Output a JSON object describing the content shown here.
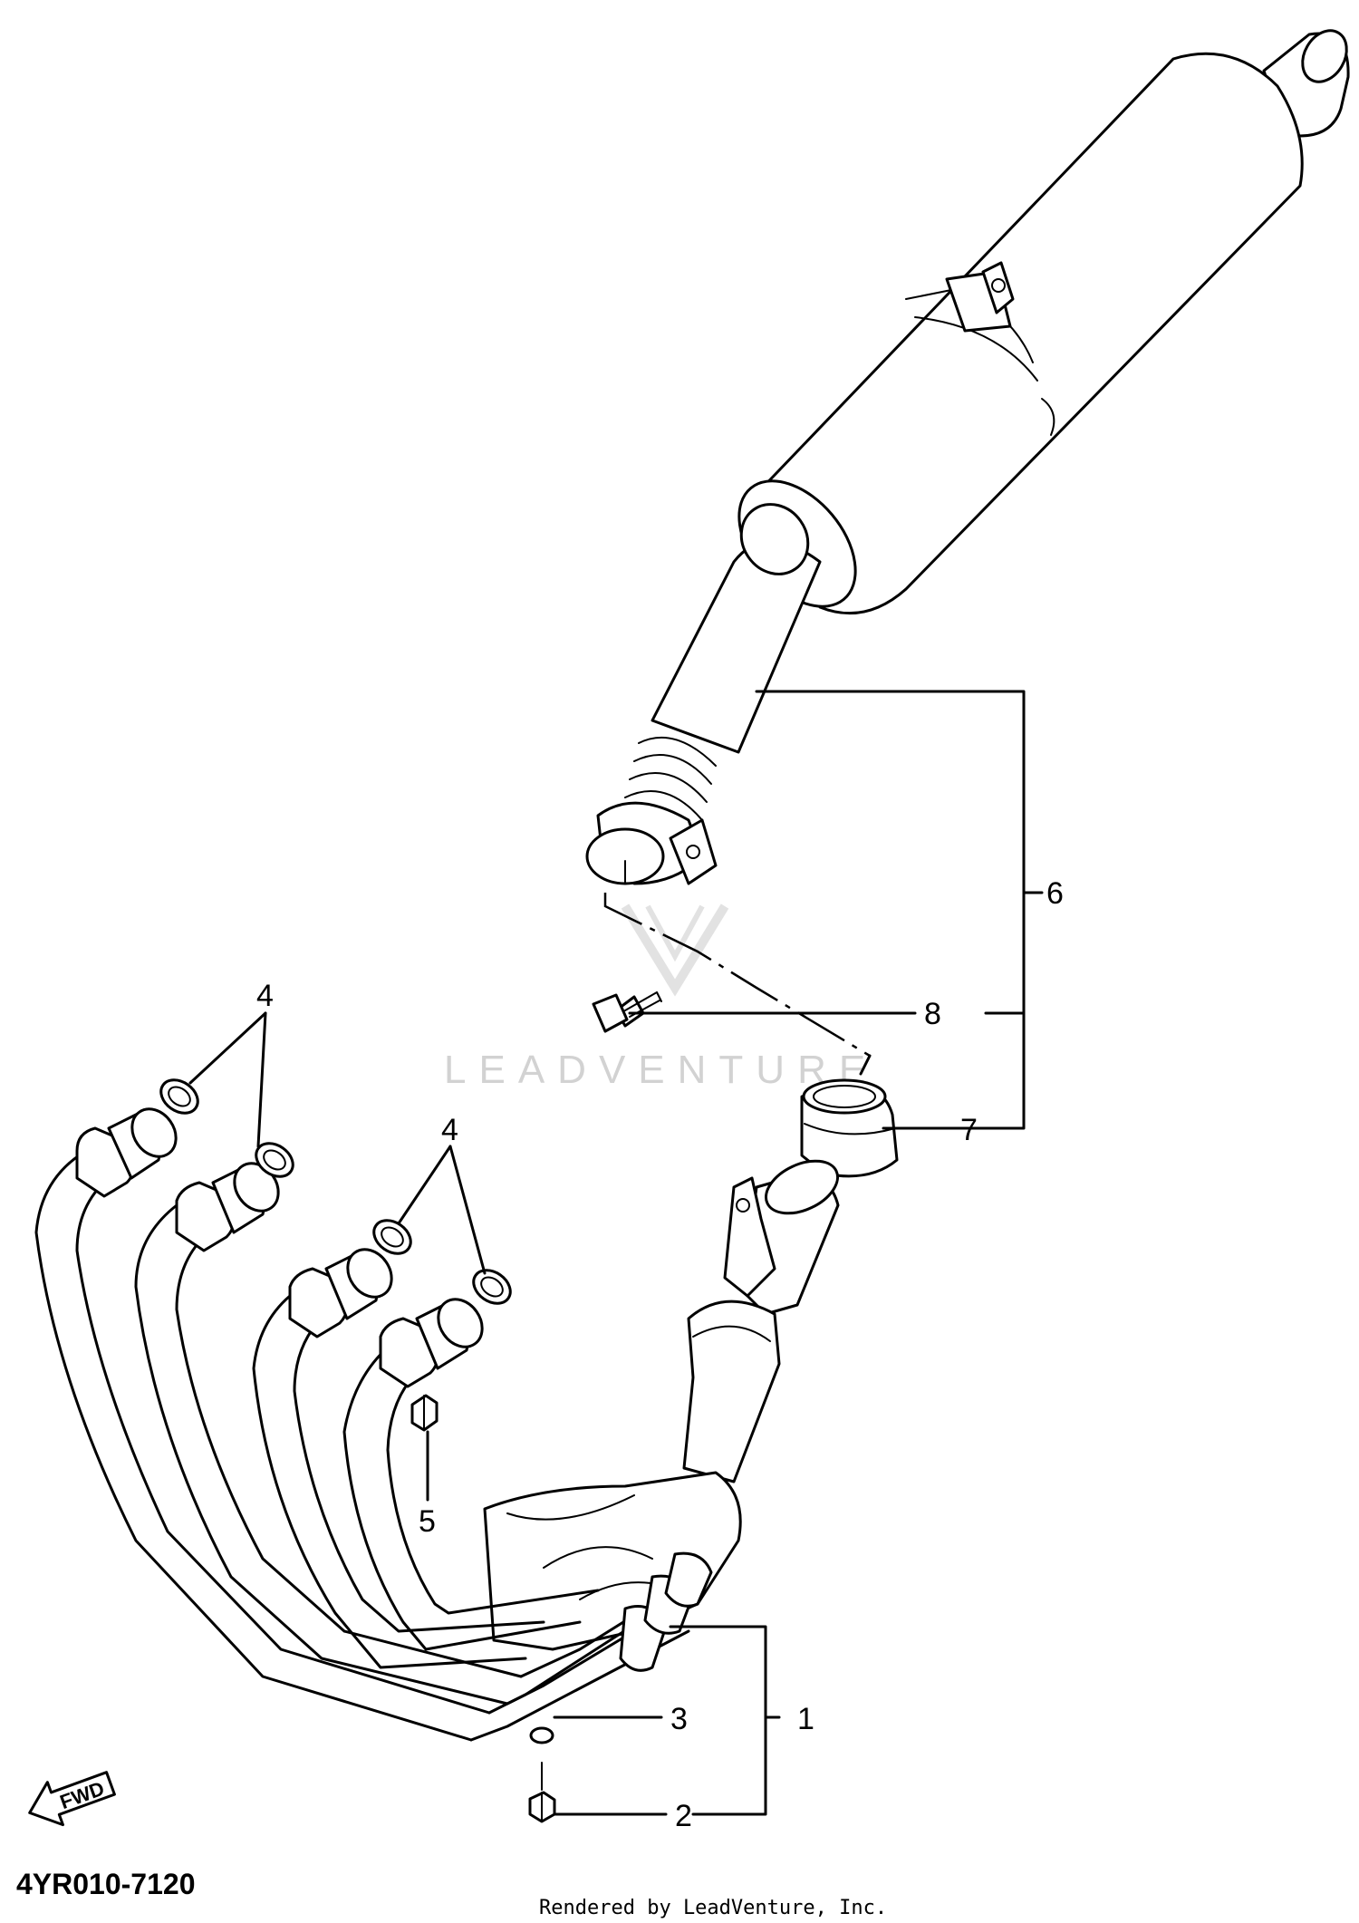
{
  "watermark": "LEADVENTURE",
  "diagram_code": "4YR010-7120",
  "rendered_by": "Rendered by LeadVenture, Inc.",
  "fwd_label": "FWD",
  "callouts": {
    "c1": "1",
    "c2": "2",
    "c3": "3",
    "c4a": "4",
    "c4b": "4",
    "c5": "5",
    "c6": "6",
    "c7": "7",
    "c8": "8"
  }
}
